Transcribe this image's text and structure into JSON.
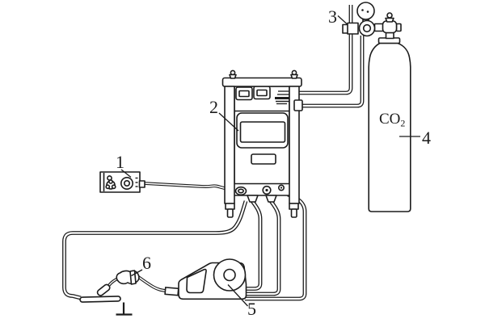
{
  "colors": {
    "ink": "#1c1c1c",
    "background": "#ffffff"
  },
  "callouts": {
    "control_box": "1",
    "power_source": "2",
    "gas_regulator": "3",
    "gas_cylinder": "4",
    "wire_feeder": "5",
    "welding_torch": "6"
  },
  "cylinder": {
    "gas_main": "CO",
    "gas_sub": "2"
  }
}
